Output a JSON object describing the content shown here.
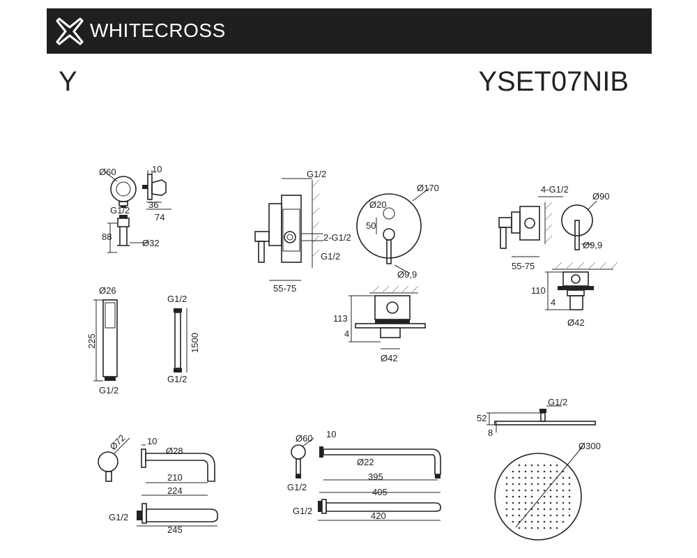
{
  "header": {
    "brand": "WHITECROSS",
    "series": "Y",
    "model": "YSET07NIB",
    "logo_icon": "cross-logo-icon",
    "background": "#1f1f1f"
  },
  "dims": {
    "holder": {
      "d60": "Ø60",
      "w10": "10",
      "g12": "G1/2",
      "h36": "36",
      "w74": "74",
      "h88": "88",
      "d32": "Ø32"
    },
    "hand_shower": {
      "d26": "Ø26",
      "h225": "225",
      "g12": "G1/2"
    },
    "hose": {
      "g12_top": "G1/2",
      "l1500": "1500",
      "g12_bottom": "G1/2"
    },
    "mixer_side": {
      "g12_top": "G1/2",
      "two_g12": "2-G1/2",
      "g12_bottom": "G1/2",
      "w5575": "55-75"
    },
    "mixer_front": {
      "d170": "Ø170",
      "d20": "Ø20",
      "h50": "50",
      "d99": "Ø9,9"
    },
    "mixer_bottom": {
      "h113": "113",
      "h4": "4",
      "d42": "Ø42"
    },
    "valve_side": {
      "four_g12": "4-G1/2",
      "w5575": "55-75"
    },
    "valve_front": {
      "d90": "Ø90",
      "d99": "Ø9,9"
    },
    "valve_bottom": {
      "h110": "110",
      "h4": "4",
      "d42": "Ø42"
    },
    "spout": {
      "d72": "Ø72",
      "w10": "10",
      "d28": "Ø28",
      "l210": "210",
      "l224": "224",
      "g12": "G1/2",
      "l245": "245"
    },
    "shower_arm": {
      "d60": "Ø60",
      "w10": "10",
      "d22": "Ø22",
      "l395": "395",
      "l405": "405",
      "g12_a": "G1/2",
      "g12_b": "G1/2",
      "l420": "420"
    },
    "overhead": {
      "g12": "G1/2",
      "h52": "52",
      "h8": "8",
      "d300": "Ø300"
    }
  }
}
